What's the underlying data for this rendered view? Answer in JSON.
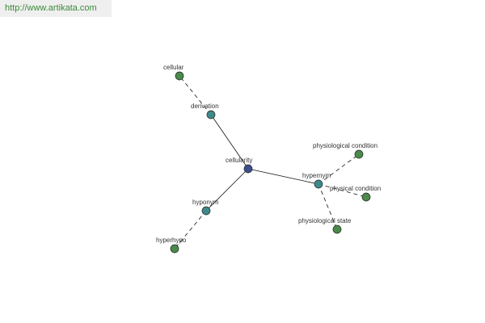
{
  "header": {
    "url": "http://www.artikata.com"
  },
  "colors": {
    "center_node": "#3b4f8c",
    "relation_node": "#3f8a8a",
    "leaf_node": "#4a8a4a",
    "node_stroke": "#222222",
    "edge": "#111111",
    "url_text": "#3a8a3a"
  },
  "nodes": {
    "cellularity": "cellularity",
    "derivation": "derivation",
    "cellular": "cellular",
    "hypernym": "hypernym",
    "physiological_condition": "physiological condition",
    "physical_condition": "physical condition",
    "physiological_state": "physiological state",
    "hyponym": "hyponym",
    "hyperhypo": "hyperhypo"
  }
}
